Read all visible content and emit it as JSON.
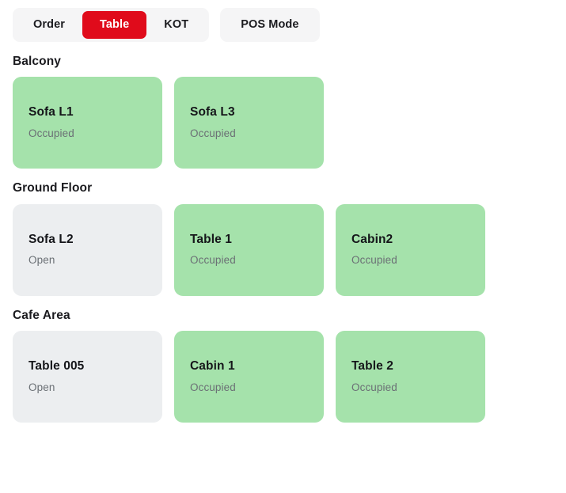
{
  "topbar": {
    "tabs": [
      {
        "label": "Order",
        "active": false
      },
      {
        "label": "Table",
        "active": true
      },
      {
        "label": "KOT",
        "active": false
      }
    ],
    "mode_button": {
      "label": "POS Mode"
    },
    "active_color": "#e00b1b",
    "group_background": "#f5f5f6"
  },
  "status_colors": {
    "occupied": "#a5e2ab",
    "open": "#eceef0"
  },
  "sections": [
    {
      "title": "Balcony",
      "cards": [
        {
          "name": "Sofa L1",
          "status": "Occupied",
          "state": "occupied"
        },
        {
          "name": "Sofa L3",
          "status": "Occupied",
          "state": "occupied"
        }
      ]
    },
    {
      "title": "Ground Floor",
      "cards": [
        {
          "name": "Sofa L2",
          "status": "Open",
          "state": "open"
        },
        {
          "name": "Table 1",
          "status": "Occupied",
          "state": "occupied"
        },
        {
          "name": "Cabin2",
          "status": "Occupied",
          "state": "occupied"
        }
      ]
    },
    {
      "title": "Cafe Area",
      "cards": [
        {
          "name": "Table 005",
          "status": "Open",
          "state": "open"
        },
        {
          "name": "Cabin 1",
          "status": "Occupied",
          "state": "occupied"
        },
        {
          "name": "Table 2",
          "status": "Occupied",
          "state": "occupied"
        }
      ]
    }
  ]
}
